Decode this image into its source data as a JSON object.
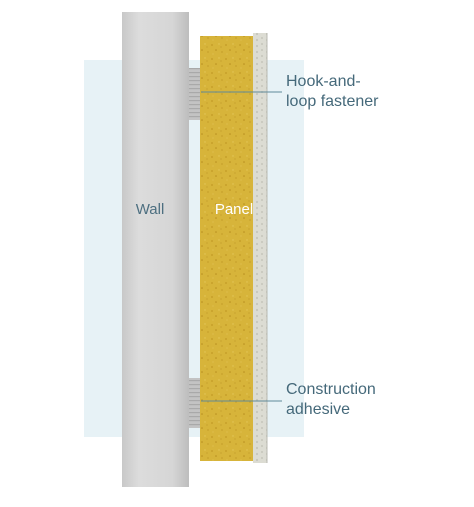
{
  "diagram": {
    "wall_label": "Wall",
    "panel_label": "Panel",
    "callouts": {
      "fastener": {
        "line1": "Hook-and-",
        "line2": "loop fastener"
      },
      "adhesive": {
        "line1": "Construction",
        "line2": "adhesive"
      }
    }
  },
  "colors": {
    "background_panel": "#e7f2f6",
    "wall_light": "#d9d9d9",
    "wall_dark": "#b8b8b8",
    "panel_fill": "#d8b63a",
    "panel_speckle": "#c29a24",
    "facing": "#dcdcd4",
    "fastener": "#bdbdbd",
    "leader_line": "#5f8a9a",
    "label_text": "#45697a",
    "inner_label_text": "#ffffff",
    "wall_label_text": "#4d6f80"
  }
}
